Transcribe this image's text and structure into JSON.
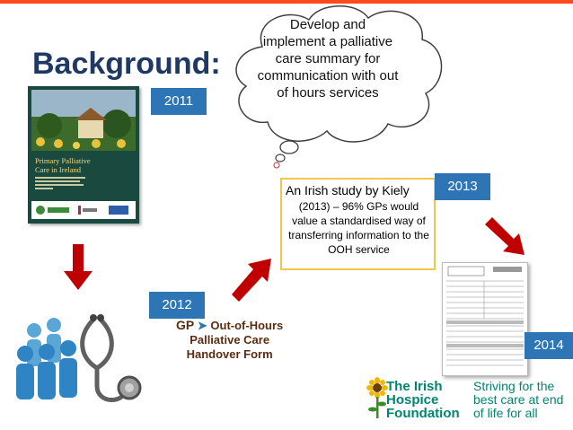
{
  "slide": {
    "title": "Background:",
    "accent_color": "#ff4a1c",
    "title_color": "#1f3864",
    "year_color": "#2e75b6",
    "arrow_color": "#c00000"
  },
  "years": {
    "y2011": "2011",
    "y2012": "2012",
    "y2013": "2013",
    "y2014": "2014"
  },
  "cloud": {
    "lines": [
      "Develop and",
      "implement a palliative",
      "care summary for",
      "communication with out",
      "of hours services"
    ]
  },
  "study": {
    "heading": "An Irish study by Kiely",
    "body": "(2013) – 96% GPs would value a standardised way of transferring information to the OOH service"
  },
  "book": {
    "title_lines": [
      "Primary Palliative",
      "Care in Ireland"
    ]
  },
  "handover": {
    "gp": "GP",
    "line1_rest": "Out-of-Hours",
    "line2": "Palliative Care",
    "line3": "Handover Form"
  },
  "ihf": {
    "name_lines": [
      "The Irish",
      "Hospice",
      "Foundation"
    ],
    "tagline_lines": [
      "Striving for the",
      "best care at end",
      "of life for all"
    ]
  },
  "icons": {
    "doctors": "medical-team-icon",
    "stethoscope": "stethoscope-icon",
    "sunflower": "sunflower-logo-icon"
  }
}
